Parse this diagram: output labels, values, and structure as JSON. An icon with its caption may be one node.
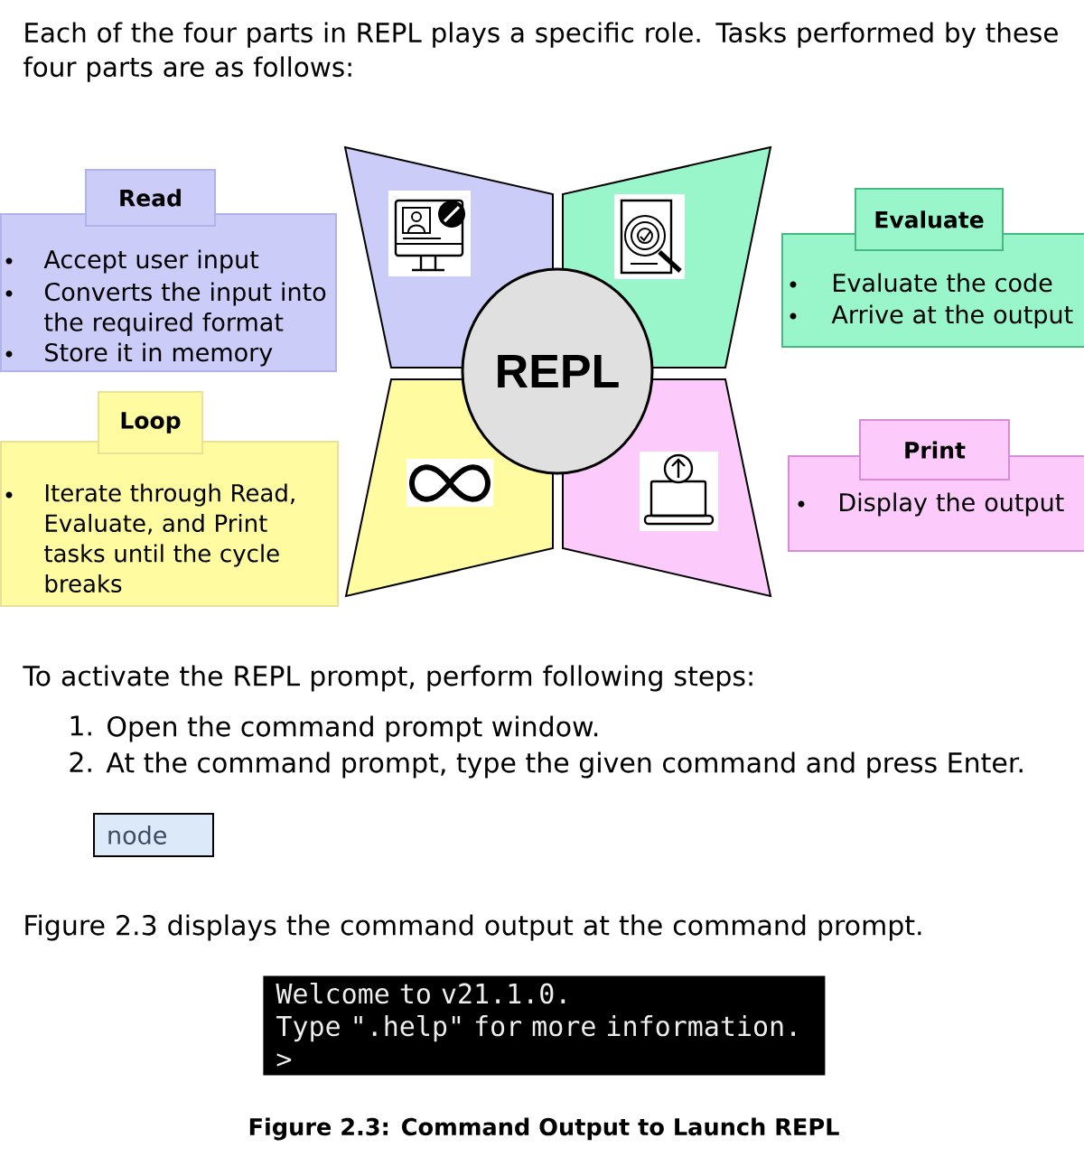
{
  "diagram": {
    "nodes": [
      {
        "text": [
          "Read"
        ]
      },
      {
        "text": [
          "Accept user input",
          "Converts the input into the required format",
          "Store it in memory"
        ]
      },
      {
        "text": [
          "Evaluate"
        ]
      },
      {
        "text": [
          "Evaluate the code",
          "Arrive at the output"
        ]
      },
      {
        "text": [
          "REPL"
        ]
      },
      {
        "text": [
          "Loop"
        ]
      },
      {
        "text": [
          "Iterate through Read, Evaluate, and Print tasks until the cycle breaks"
        ]
      },
      {
        "text": [
          "Print"
        ]
      },
      {
        "text": [
          "Display the output"
        ]
      },
      {
        "text": [
          "node"
        ]
      },
      {
        "text": [
          "Welcome to v21.1.0.",
          "Type \".help\" for more information.",
          ">"
        ]
      }
    ],
    "labels": [
      "Each of the four parts in REPL plays a specific role. Tasks performed by these four parts are as follows:",
      "To activate the REPL prompt, perform following steps:",
      "1.",
      "Open the command prompt window.",
      "2.",
      "At the command prompt, type the given command and press Enter.",
      "Figure 2.3 displays the command output at the command prompt."
    ],
    "caption": "Figure 2.3: Command Output to Launch REPL"
  }
}
